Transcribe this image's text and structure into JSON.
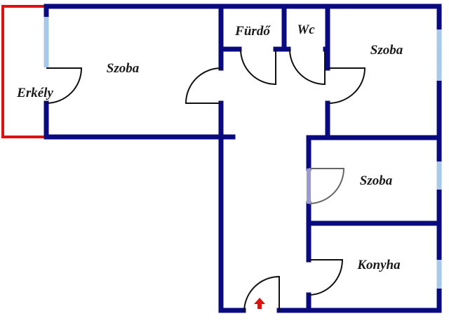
{
  "title": "Floor plan",
  "colors": {
    "wall": "#0a0a80",
    "window": "#a9c9ea",
    "balcony": "#e01010",
    "door": "#111111",
    "entry_arrow": "#e01010"
  },
  "rooms": [
    {
      "id": "living",
      "label": "Szoba"
    },
    {
      "id": "balcony",
      "label": "Erkély"
    },
    {
      "id": "bathroom",
      "label": "Fürdő"
    },
    {
      "id": "wc",
      "label": "Wc"
    },
    {
      "id": "room-ne",
      "label": "Szoba"
    },
    {
      "id": "room-e",
      "label": "Szoba"
    },
    {
      "id": "kitchen",
      "label": "Konyha"
    }
  ],
  "entry_icon": "arrow-up-icon"
}
